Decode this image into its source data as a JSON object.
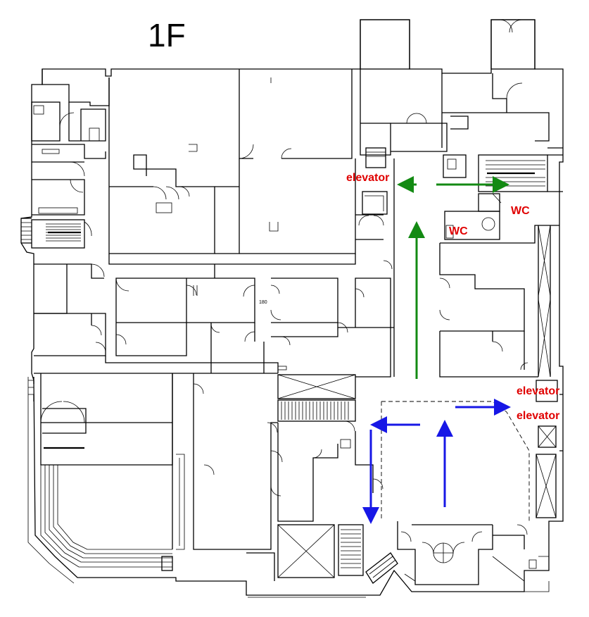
{
  "floor_label": "1F",
  "room_number": "180",
  "labels": {
    "elevator_north": "elevator",
    "elevator_east_1": "elevator",
    "elevator_east_2": "elevator",
    "wc_1": "WC",
    "wc_2": "WC"
  },
  "colors": {
    "label": "#e00000",
    "route_green": "#138a13",
    "route_blue": "#1717e6",
    "walls": "#000000"
  },
  "routes": [
    {
      "name": "green",
      "color": "#138a13"
    },
    {
      "name": "blue",
      "color": "#1717e6"
    }
  ]
}
